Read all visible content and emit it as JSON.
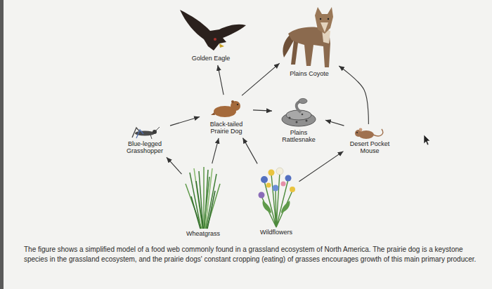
{
  "diagram": {
    "caption": "The figure shows a simplified model of a food web commonly found in a grassland ecosystem of North America. The prairie dog is a keystone species in the grassland ecosystem, and the prairie dogs' constant cropping (eating) of grasses encourages growth of this main primary producer.",
    "nodes": [
      {
        "text": [
          "Golden Eagle"
        ]
      },
      {
        "text": [
          "Plains Coyote"
        ]
      },
      {
        "text": [
          "Black-tailed Prairie Dog"
        ]
      },
      {
        "text": [
          "Blue-legged Grasshopper"
        ]
      },
      {
        "text": [
          "Plains Rattlesnake"
        ]
      },
      {
        "text": [
          "Desert Pocket Mouse"
        ]
      },
      {
        "text": [
          "Wheatgrass"
        ]
      },
      {
        "text": [
          "Wildflowers"
        ]
      }
    ],
    "edges": [
      {
        "from": 2,
        "to": 0,
        "arrow": "to"
      },
      {
        "from": 2,
        "to": 1,
        "arrow": "to"
      },
      {
        "from": 2,
        "to": 4,
        "arrow": "to"
      },
      {
        "from": 3,
        "to": 2,
        "arrow": "to"
      },
      {
        "from": 5,
        "to": 4,
        "arrow": "to"
      },
      {
        "from": 5,
        "to": 1,
        "arrow": "to"
      },
      {
        "from": 6,
        "to": 3,
        "arrow": "to"
      },
      {
        "from": 6,
        "to": 2,
        "arrow": "to"
      },
      {
        "from": 7,
        "to": 2,
        "arrow": "to"
      },
      {
        "from": 7,
        "to": 5,
        "arrow": "to"
      }
    ]
  }
}
